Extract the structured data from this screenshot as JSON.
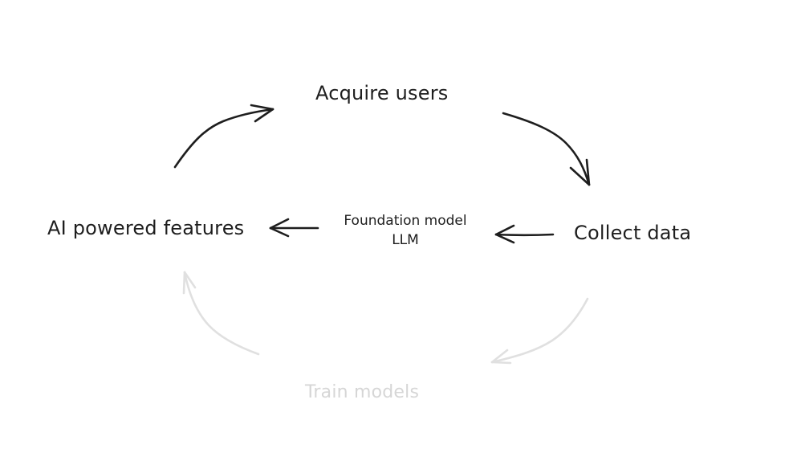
{
  "diagram": {
    "nodes": {
      "acquire_users": "Acquire users",
      "collect_data": "Collect data",
      "foundation_model": [
        "Foundation model",
        "LLM"
      ],
      "ai_features": "AI powered features",
      "train_models": "Train models"
    },
    "colors": {
      "ink": "#1e1e1e",
      "faded_ink": "#d6d6d6",
      "faded_arrow": "#e0e0e0",
      "background": "#ffffff"
    }
  }
}
